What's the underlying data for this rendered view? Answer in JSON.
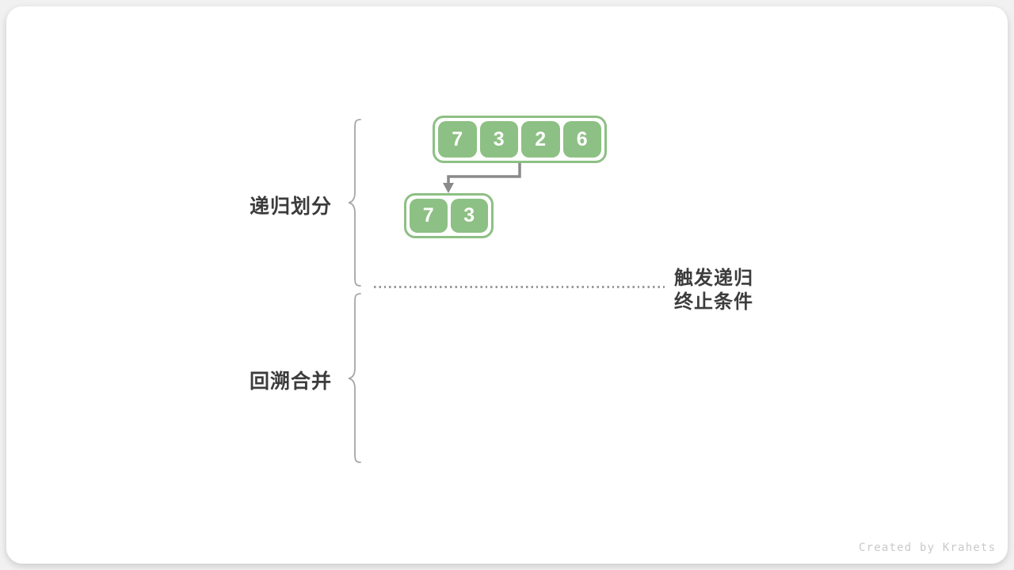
{
  "page": {
    "watermark": "Created by Krahets"
  },
  "labels": {
    "phase_divide": "递归划分",
    "phase_merge": "回溯合并",
    "annotation_line1": "触发递归",
    "annotation_line2": "终止条件"
  },
  "arrays": {
    "level1": {
      "values": [
        "7",
        "3",
        "2",
        "6"
      ]
    },
    "level2": {
      "values": [
        "7",
        "3"
      ]
    }
  },
  "colors": {
    "green": "#8dc084",
    "arrow": "#8a8a8a",
    "text": "#3c3c3c",
    "brace": "#a6a6a6",
    "dotted": "#9b9b9b",
    "watermark": "#c9c9c9",
    "card": "#ffffff",
    "page-bg": "#f1f1f1"
  }
}
